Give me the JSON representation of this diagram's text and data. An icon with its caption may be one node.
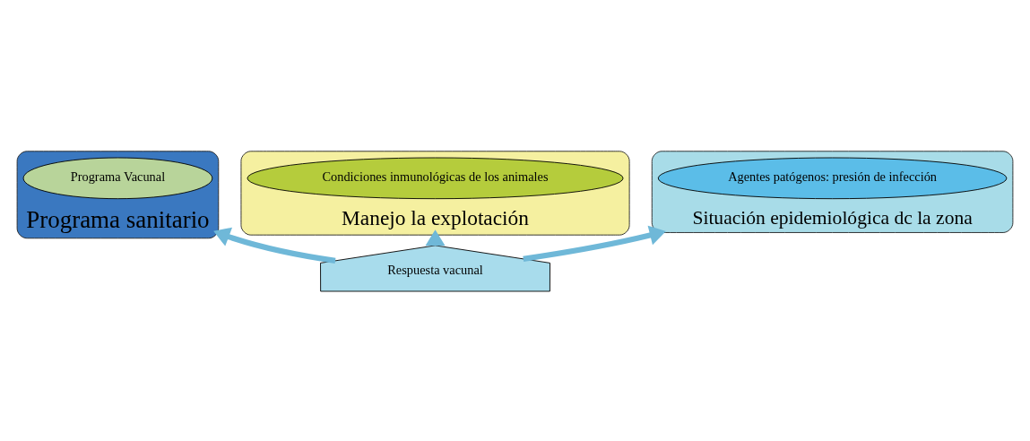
{
  "diagram": {
    "nodes": [
      {
        "text": [
          "Manejo la explotación"
        ]
      },
      {
        "text": [
          "Condiciones inmunológicas de los animales"
        ],
        "in": 0
      },
      {
        "text": [
          "Programa sanitario"
        ]
      },
      {
        "text": [
          "Programa Vacunal"
        ],
        "in": 2
      },
      {
        "text": [
          "Situación epidemiológica dc la zona"
        ]
      },
      {
        "text": [
          "Agentes patógenos: presión de infección"
        ],
        "in": 4
      },
      {
        "text": [
          "Respuesta vacunal"
        ]
      }
    ],
    "edges": [
      {
        "from": 6,
        "to": 2,
        "arrow": "to"
      },
      {
        "from": 6,
        "to": 0,
        "arrow": "to"
      },
      {
        "from": 6,
        "to": 4,
        "arrow": "to"
      }
    ]
  }
}
